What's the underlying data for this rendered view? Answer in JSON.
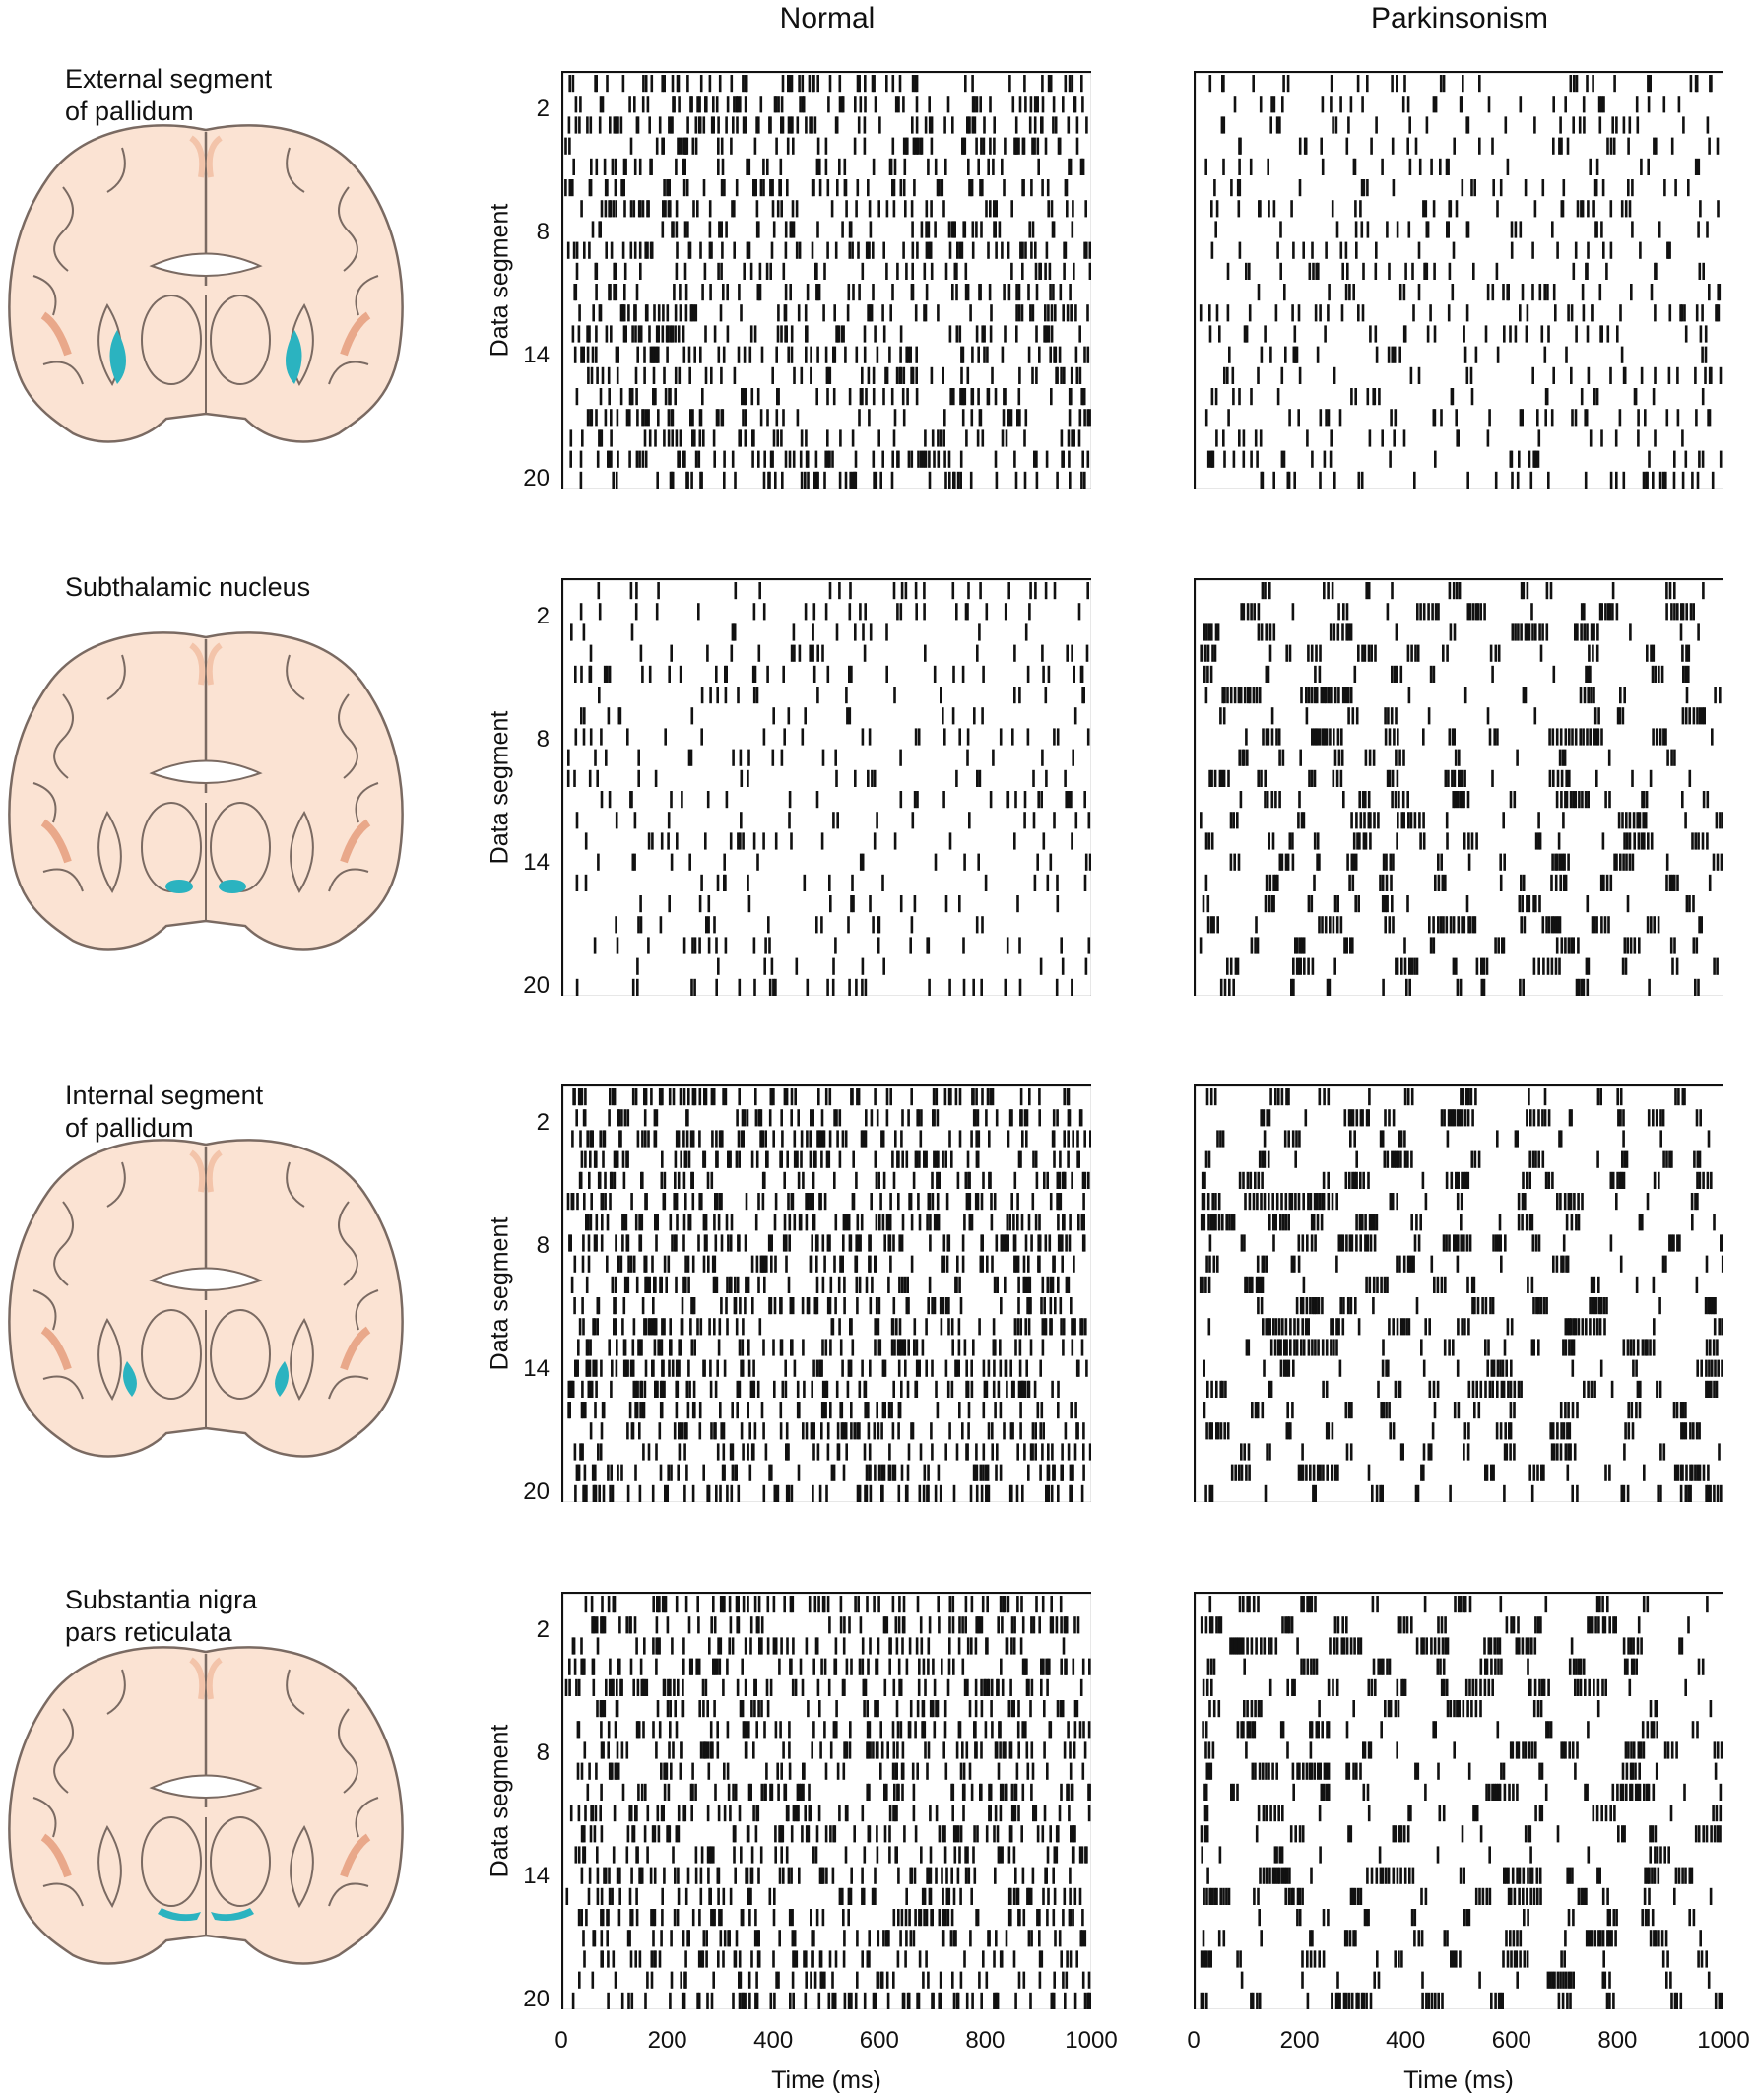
{
  "columns": [
    "Normal",
    "Parkinsonism"
  ],
  "regions": [
    {
      "label": "External segment\nof pallidum",
      "highlight": "gpe"
    },
    {
      "label": "Subthalamic  nucleus",
      "highlight": "stn"
    },
    {
      "label": "Internal segment\nof pallidum",
      "highlight": "gpi"
    },
    {
      "label": "Substantia nigra\npars reticulata",
      "highlight": "snr"
    }
  ],
  "colors": {
    "highlight": "#2bb3c0",
    "brain_fill": "#fbe3d3",
    "brain_outline": "#7a6a62",
    "spike": "#111111"
  },
  "chart_data": {
    "type": "raster",
    "ylabel": "Data segment",
    "xlabel": "Time (ms)",
    "xlim": [
      0,
      1000
    ],
    "xticks": [
      0,
      200,
      400,
      600,
      800,
      1000
    ],
    "ylim": [
      1,
      20
    ],
    "yticks": [
      2,
      8,
      14,
      20
    ],
    "panels": [
      {
        "region": "External segment of pallidum",
        "condition": "Normal",
        "approx_rate_hz": 60,
        "pattern": "high-frequency with pauses"
      },
      {
        "region": "External segment of pallidum",
        "condition": "Parkinsonism",
        "approx_rate_hz": 30,
        "pattern": "reduced rate, irregular"
      },
      {
        "region": "Subthalamic  nucleus",
        "condition": "Normal",
        "approx_rate_hz": 20,
        "pattern": "sparse, irregular"
      },
      {
        "region": "Subthalamic  nucleus",
        "condition": "Parkinsonism",
        "approx_rate_hz": 45,
        "pattern": "bursting"
      },
      {
        "region": "Internal segment of pallidum",
        "condition": "Normal",
        "approx_rate_hz": 70,
        "pattern": "tonic, high frequency"
      },
      {
        "region": "Internal segment of pallidum",
        "condition": "Parkinsonism",
        "approx_rate_hz": 80,
        "pattern": "bursting, oscillatory"
      },
      {
        "region": "Substantia nigra pars reticulata",
        "condition": "Normal",
        "approx_rate_hz": 65,
        "pattern": "tonic, high frequency"
      },
      {
        "region": "Substantia nigra pars reticulata",
        "condition": "Parkinsonism",
        "approx_rate_hz": 70,
        "pattern": "bursting, oscillatory"
      }
    ]
  }
}
